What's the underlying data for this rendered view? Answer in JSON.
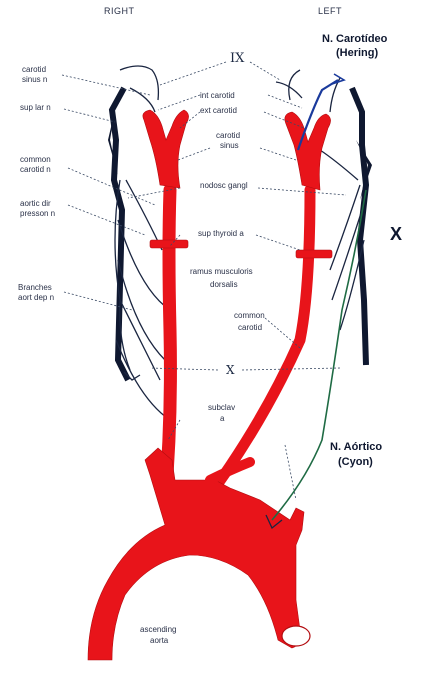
{
  "header": {
    "right": "RIGHT",
    "left": "LEFT"
  },
  "nerves": {
    "ix": "IX",
    "x_mid": "X",
    "x_side": "X",
    "carotid_name": "N. Carotídeo",
    "carotid_eponym": "(Hering)",
    "aortic_name": "N. Aórtico",
    "aortic_eponym": "(Cyon)"
  },
  "labels_right": {
    "carotid_sinus_n_1": "carotid",
    "carotid_sinus_n_2": "sinus n",
    "sup_lar_n": "sup lar n",
    "common_carotid_n_1": "common",
    "common_carotid_n_2": "carotid n",
    "aortic_dep_1": "aortic dir",
    "aortic_dep_2": "presson n",
    "branches_1": "Branches",
    "branches_2": "aort dep n"
  },
  "labels_center": {
    "int_carotid": "int carotid",
    "ext_carotid": "ext carotid",
    "carotid_sinus_1": "carotid",
    "carotid_sinus_2": "sinus",
    "nodose": "nodosc gangl",
    "sup_thyroid": "sup thyroid a",
    "ramus_1": "ramus musculoris",
    "ramus_2": "dorsalis",
    "common_carotid_1": "common",
    "common_carotid_2": "carotid",
    "subclav_1": "subclav",
    "subclav_2": "a",
    "ascending_1": "ascending",
    "ascending_2": "aorta"
  },
  "colors": {
    "artery": "#e8141a",
    "nerve": "#1a2540",
    "aortic_nerve": "#1f6b44",
    "carotid_nerve": "#1a3a9c"
  }
}
